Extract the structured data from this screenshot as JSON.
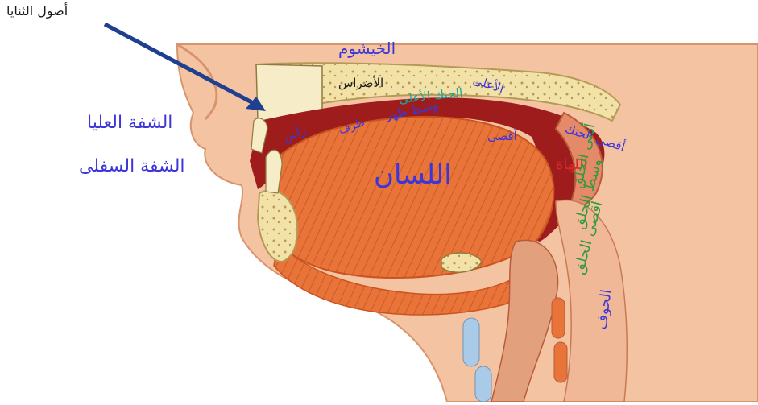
{
  "labels": {
    "callout": "أصول الثنايا",
    "upper_lip": "الشفة العليا",
    "lower_lip": "الشفة السفلى",
    "nasal_cavity": "الخيشوم",
    "tongue": "اللسان",
    "molars": "الأضراس",
    "upper_palate": "الحنك الأعلى",
    "palate_top": "الأعلى",
    "middle_back": "وسط ظهر",
    "back": "أقصى",
    "tongue_tip": "رأس",
    "tongue_edge": "طرف",
    "far_palate": "أقصى الحنك",
    "uvula": "اللهاة",
    "throat_near": "أدنى الحلق",
    "throat_middle": "وسط الحلق",
    "throat_far": "أقصى الحلق",
    "cavity": "الجوف"
  },
  "colors": {
    "arrow": "#1f3f8f",
    "label_blue": "#3c36d9",
    "label_green": "#2e9b3e",
    "label_red": "#d62a2a",
    "label_teal": "#1aa6a0",
    "label_dark": "#1a1a1a",
    "skin": "#f4c4a2",
    "skin_dark": "#e3a07d",
    "muscle": "#e8743a",
    "muscle_line": "#c9541f",
    "bone": "#f2e2a8",
    "cavity_red": "#9e1c1c",
    "cartilage": "#a9cbe8"
  }
}
